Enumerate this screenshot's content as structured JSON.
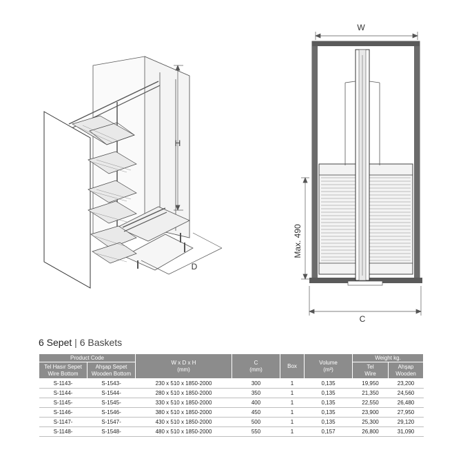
{
  "diagram_labels": {
    "height": "H",
    "depth": "D",
    "width": "W",
    "max_height": "Max. 490",
    "c_dimension": "C"
  },
  "section": {
    "title_tr": "6 Sepet",
    "separator": "|",
    "title_en": "6 Baskets"
  },
  "table": {
    "headers": {
      "product_code": "Product Code",
      "wire_bottom": "Tel Hasır Sepet\nWire Bottom",
      "wooden_bottom": "Ahşap Sepet\nWooden Bottom",
      "wdh": "W x D x H\n(mm)",
      "c": "C\n(mm)",
      "box": "Box",
      "volume": "Volume\n(m³)",
      "weight": "Weight kg.",
      "weight_wire": "Tel\nWire",
      "weight_wooden": "Ahşap\nWooden"
    },
    "rows": [
      {
        "wire": "S-1143-",
        "wooden": "S-1543-",
        "wdh": "230 x 510 x 1850-2000",
        "c": "300",
        "box": "1",
        "volume": "0,135",
        "w_wire": "19,950",
        "w_wood": "23,200"
      },
      {
        "wire": "S-1144-",
        "wooden": "S-1544-",
        "wdh": "280 x 510 x 1850-2000",
        "c": "350",
        "box": "1",
        "volume": "0,135",
        "w_wire": "21,350",
        "w_wood": "24,560"
      },
      {
        "wire": "S-1145-",
        "wooden": "S-1545-",
        "wdh": "330 x 510 x 1850-2000",
        "c": "400",
        "box": "1",
        "volume": "0,135",
        "w_wire": "22,550",
        "w_wood": "26,480"
      },
      {
        "wire": "S-1146-",
        "wooden": "S-1546-",
        "wdh": "380 x 510 x 1850-2000",
        "c": "450",
        "box": "1",
        "volume": "0,135",
        "w_wire": "23,900",
        "w_wood": "27,950"
      },
      {
        "wire": "S-1147-",
        "wooden": "S-1547-",
        "wdh": "430 x 510 x 1850-2000",
        "c": "500",
        "box": "1",
        "volume": "0,135",
        "w_wire": "25,300",
        "w_wood": "29,120"
      },
      {
        "wire": "S-1148-",
        "wooden": "S-1548-",
        "wdh": "480 x 510 x 1850-2000",
        "c": "550",
        "box": "1",
        "volume": "0,157",
        "w_wire": "26,800",
        "w_wood": "31,090"
      }
    ]
  },
  "colors": {
    "header_bg": "#8c8c8c",
    "frame_dark": "#555555",
    "line": "#444444"
  }
}
